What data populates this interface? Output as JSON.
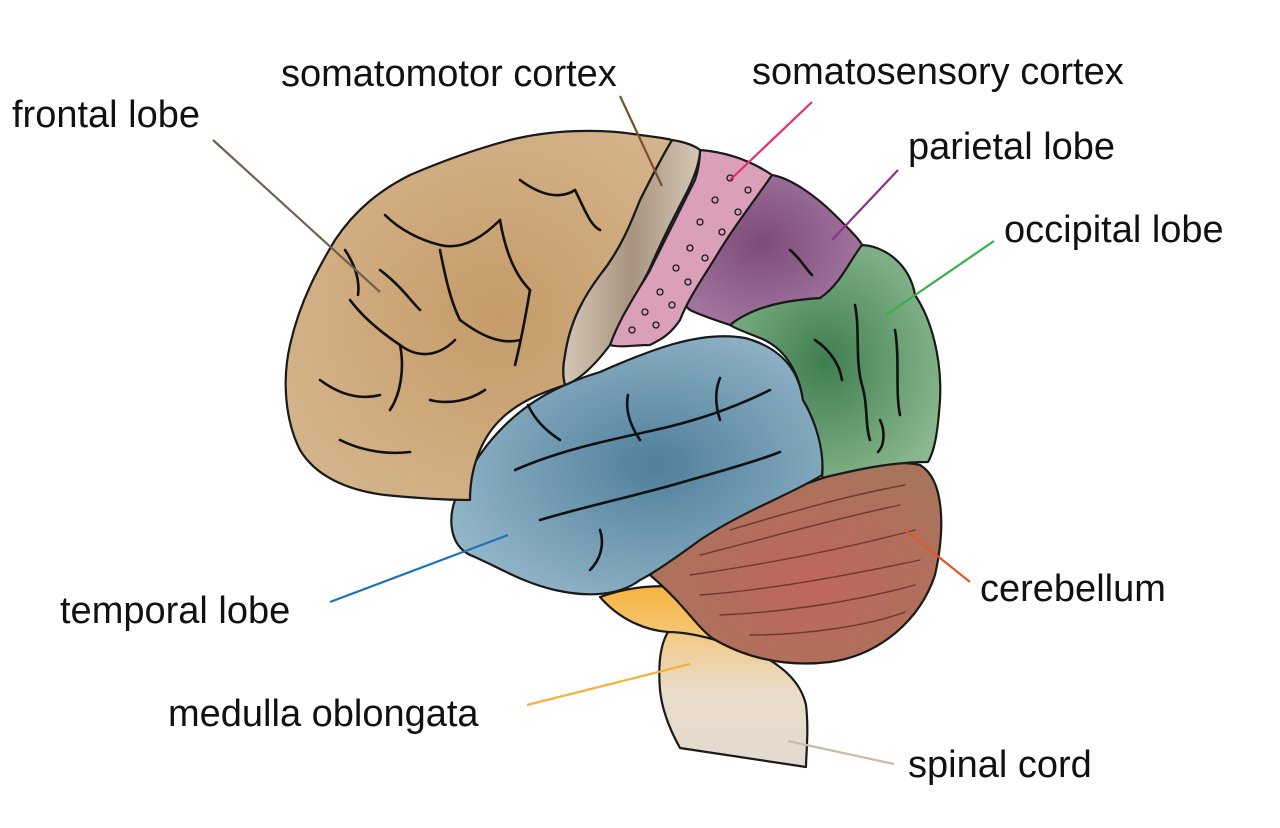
{
  "diagram": {
    "labels": {
      "frontal_lobe": "frontal lobe",
      "somatomotor_cortex": "somatomotor cortex",
      "somatosensory_cortex": "somatosensory cortex",
      "parietal_lobe": "parietal lobe",
      "occipital_lobe": "occipital lobe",
      "temporal_lobe": "temporal lobe",
      "cerebellum": "cerebellum",
      "medulla_oblongata": "medulla oblongata",
      "spinal_cord": "spinal cord"
    },
    "colors": {
      "frontal_lobe": "#c9a273",
      "somatomotor_cortex": "#c2b3a0",
      "somatosensory_cortex": "#dfa3bd",
      "parietal_lobe": "#8e5b88",
      "occipital_lobe": "#5f9868",
      "temporal_lobe": "#6e9bb4",
      "cerebellum": "#b7695d",
      "medulla_oblongata": "#f7b446",
      "spinal_cord": "#e8ddd2"
    },
    "leader_colors": {
      "frontal_lobe": "#6e6151",
      "somatomotor_cortex": "#7a4f2a",
      "somatosensory_cortex": "#e0306f",
      "parietal_lobe": "#8e2f8c",
      "occipital_lobe": "#38b04a",
      "temporal_lobe": "#1f73b5",
      "cerebellum": "#e0592a",
      "medulla_oblongata": "#f5b13c",
      "spinal_cord": "#c9bba5"
    }
  }
}
